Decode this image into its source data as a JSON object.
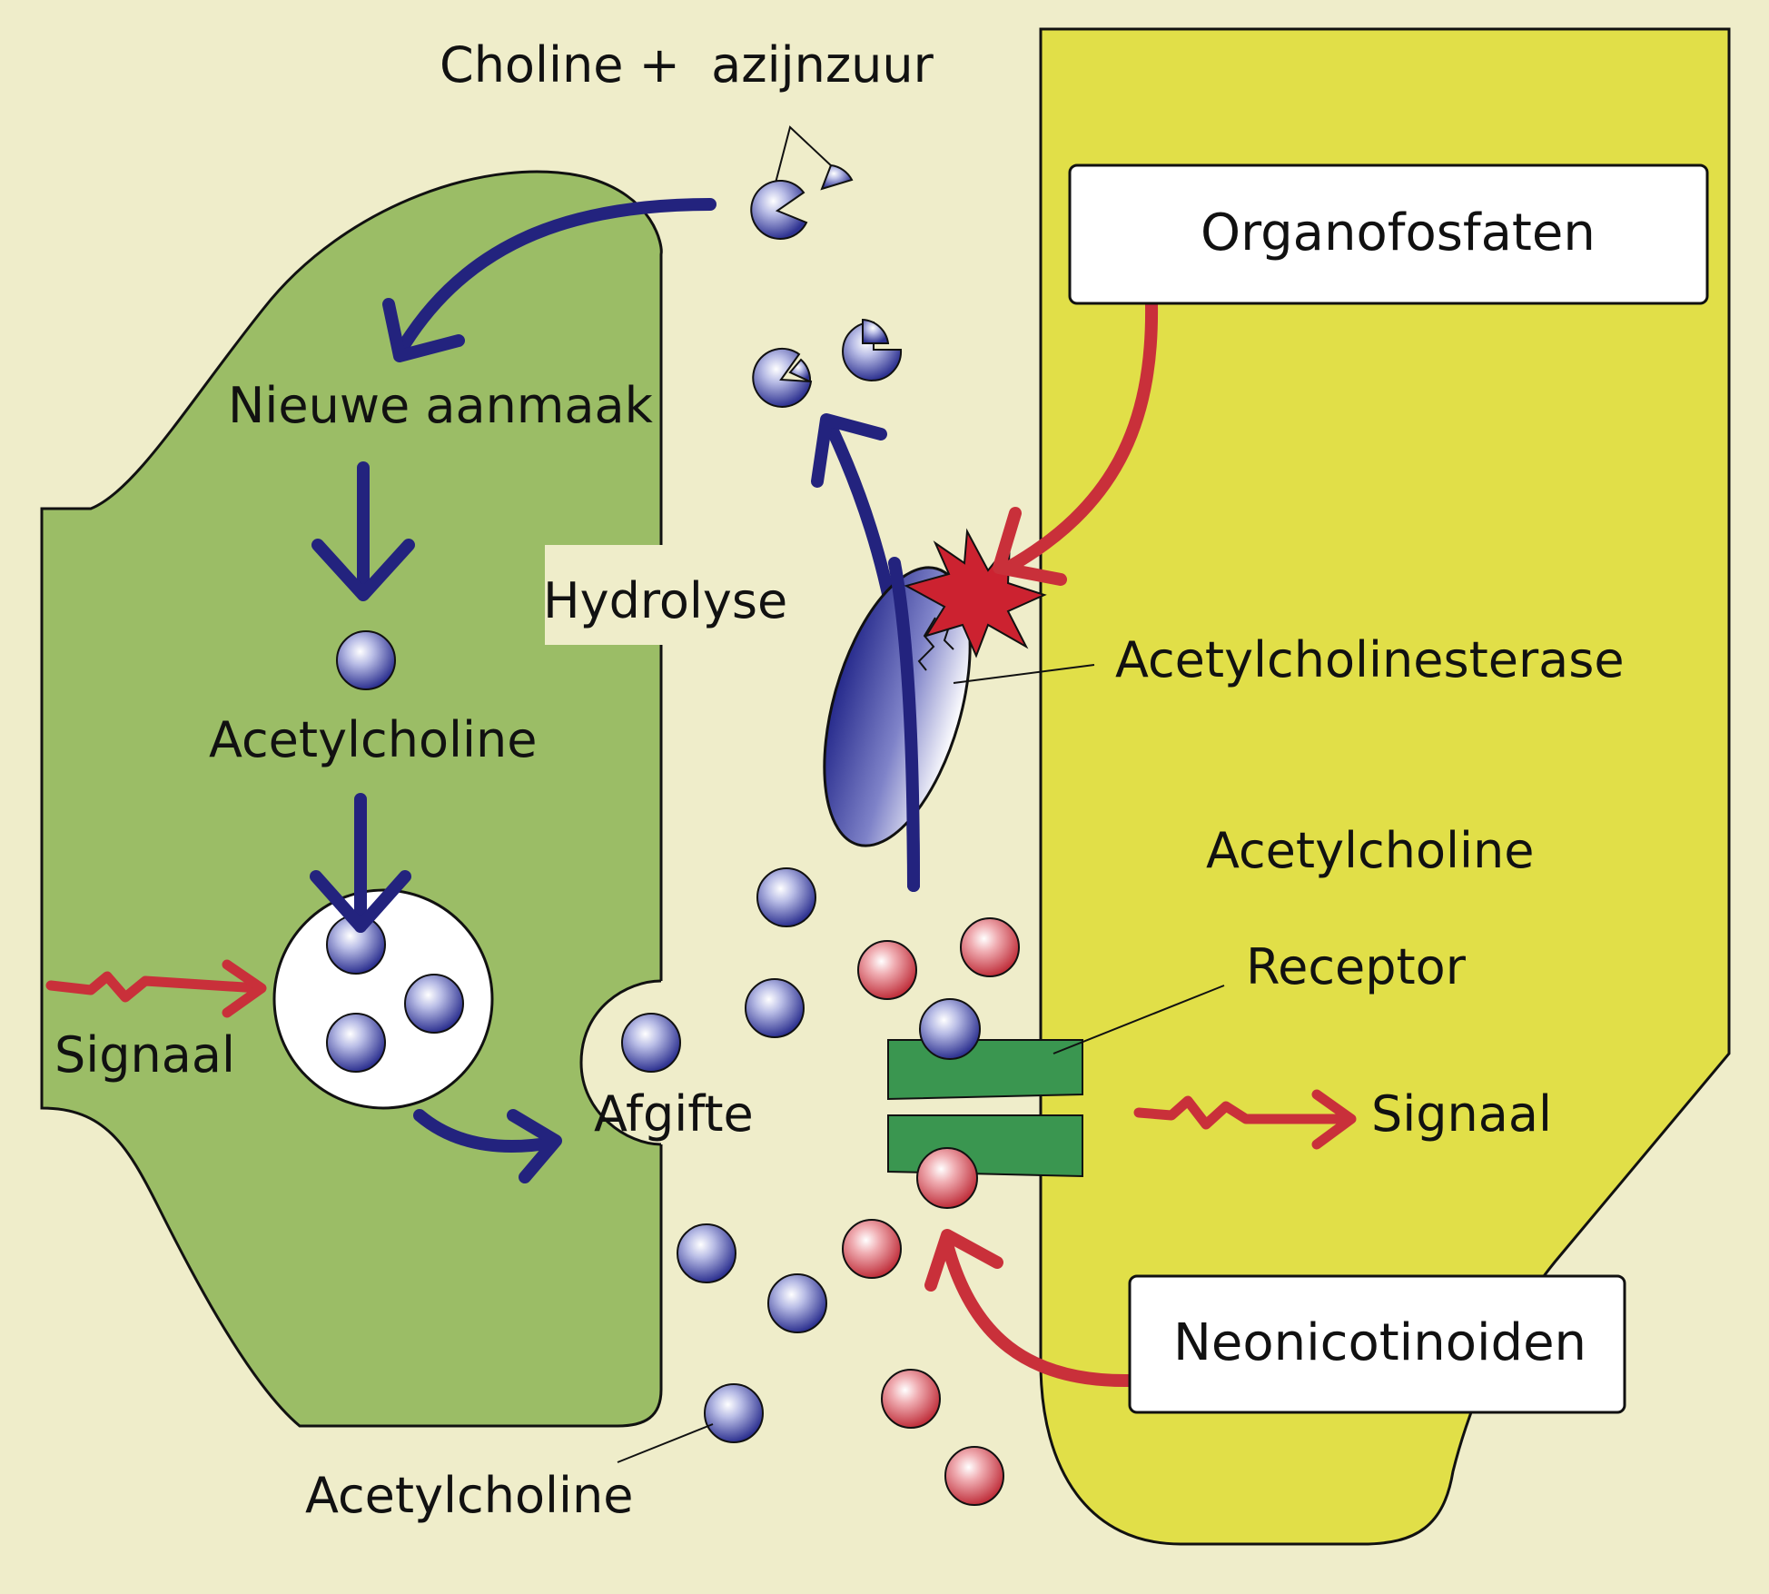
{
  "labels": {
    "choline_azijnzuur": "Choline +  azijnzuur",
    "nieuwe_aanmaak": "Nieuwe aanmaak",
    "acetylcholine_presynaptic": "Acetylcholine",
    "signaal_left": "Signaal",
    "hydrolyse": "Hydrolyse",
    "afgifte": "Afgifte",
    "acetylcholine_bottom": "Acetylcholine",
    "acetylcholinesterase": "Acetylcholinesterase",
    "acetylcholine_postsynaptic": "Acetylcholine",
    "receptor": "Receptor",
    "signaal_right": "Signaal",
    "organofosfaten": "Organofosfaten",
    "neonicotinoiden": "Neonicotinoiden"
  },
  "colors": {
    "background": "#efedca",
    "presynaptic_cell": "#9bbd66",
    "postsynaptic_cell": "#e1df48",
    "pathway_arrow": "#23237e",
    "inhibitor_arrow": "#c9303a",
    "receptor": "#3a9650",
    "acetylcholine_molecule": "#3a3d9e",
    "neonicotinoid_molecule": "#c43c48",
    "organophosphate_burst": "#cc2230"
  }
}
